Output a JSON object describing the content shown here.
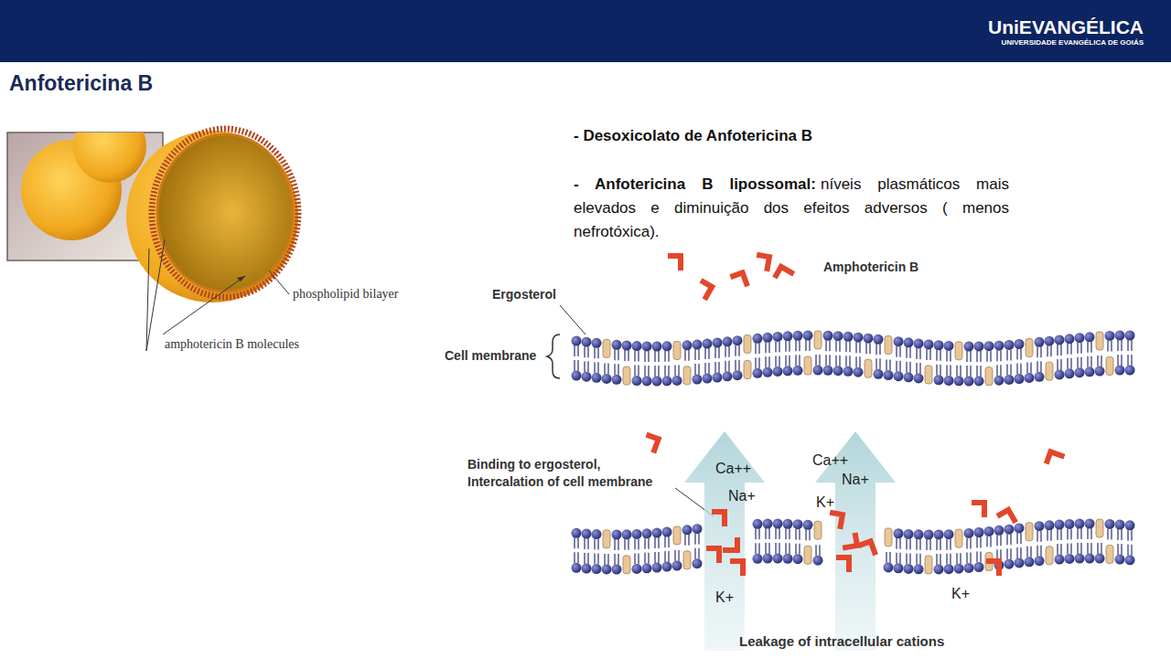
{
  "diagram": {
    "title": "Anfotericina B",
    "labels": [
      "UniEVANGÉLICA",
      "UNIVERSIDADE EVANGÉLICA DE GOIÁS",
      "phospholipid bilayer",
      "amphotericin B molecules",
      "- Desoxicolato de Anfotericina B",
      "- Anfotericina B lipossomal:",
      "níveis plasmáticos mais elevados e diminuição dos efeitos adversos ( menos nefrotóxica).",
      "Amphotericin B",
      "Ergosterol",
      "Cell membrane",
      "Binding to ergosterol, Intercalation of cell membrane",
      "Ca++",
      "Na+",
      "K+",
      "Ca++",
      "Na+",
      "K+",
      "K+",
      "Leakage of intracellular cations"
    ]
  }
}
